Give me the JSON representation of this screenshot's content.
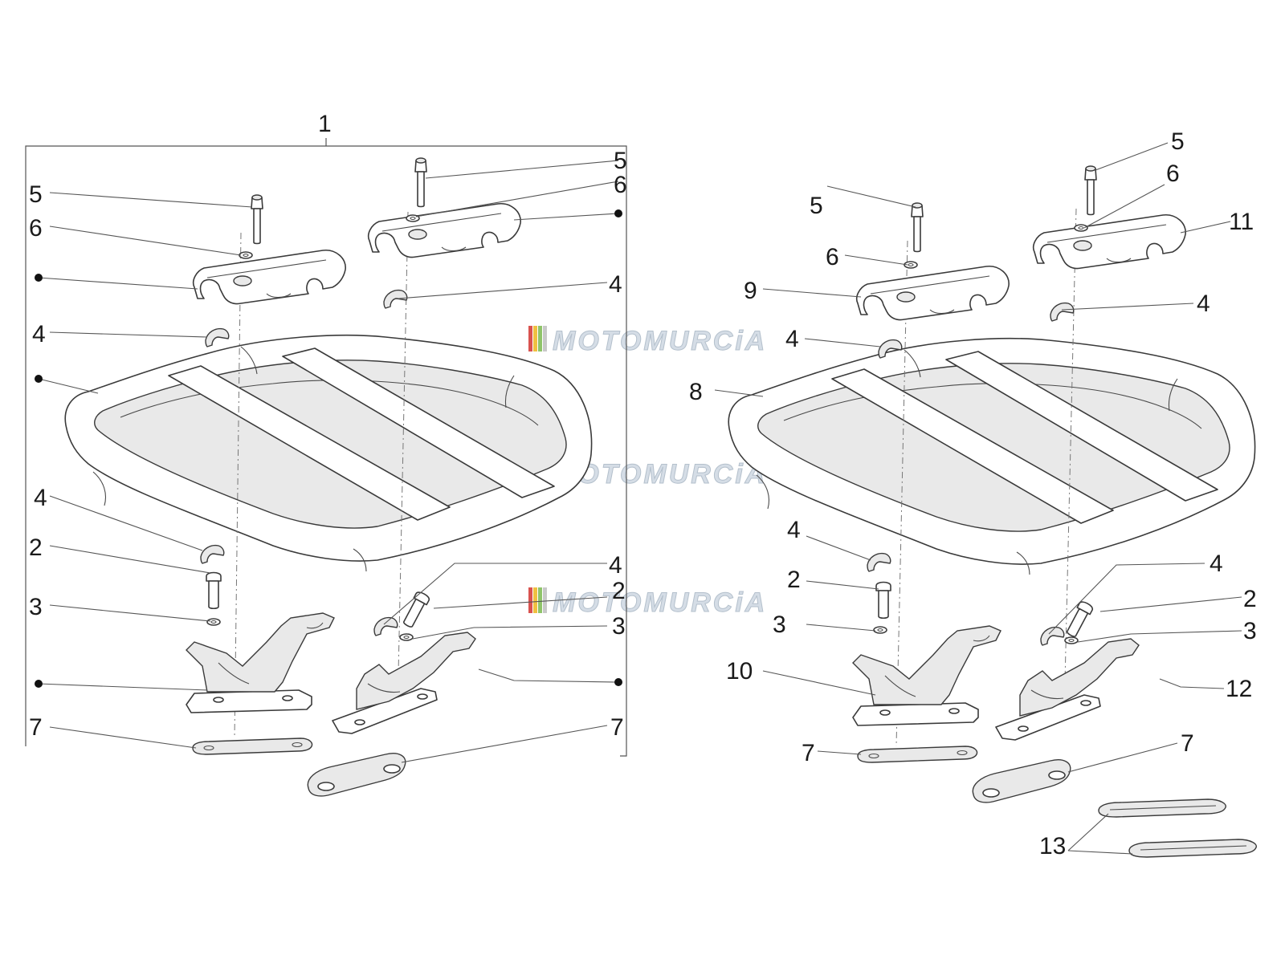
{
  "watermark": {
    "text": "MOTOMURCiA",
    "stripe_colors": [
      "#d9534f",
      "#f0c040",
      "#8fc46a",
      "#c9c9c9"
    ]
  },
  "group_callout": "1",
  "callouts_left": {
    "bracket_top": "5",
    "washer_top": "6",
    "clamp_top_left": "5",
    "washer_top_left": "6",
    "rubber_top_right": "4",
    "rubber_top_left": "4",
    "rubber_bottom_left": "4",
    "bolt_bottom_left": "2",
    "washer_bottom_left": "3",
    "rubber_bottom_right": "4",
    "bolt_bottom_right": "2",
    "washer_bottom_right": "3",
    "gasket_left": "7",
    "gasket_right": "7"
  },
  "callouts_right": {
    "bolt_top_right": "5",
    "washer_top_right": "6",
    "clamp_right": "11",
    "rubber_top_right": "4",
    "bolt_top_left": "5",
    "washer_top_left": "6",
    "clamp_left": "9",
    "rubber_top_left": "4",
    "rack": "8",
    "rubber_bottom_left": "4",
    "bolt_bottom_left": "2",
    "washer_bottom_left": "3",
    "support_left": "10",
    "gasket_left": "7",
    "rubber_bottom_right": "4",
    "bolt_bottom_right": "2",
    "washer_bottom_right": "3",
    "support_right": "12",
    "gasket_right": "7",
    "pads": "13"
  }
}
